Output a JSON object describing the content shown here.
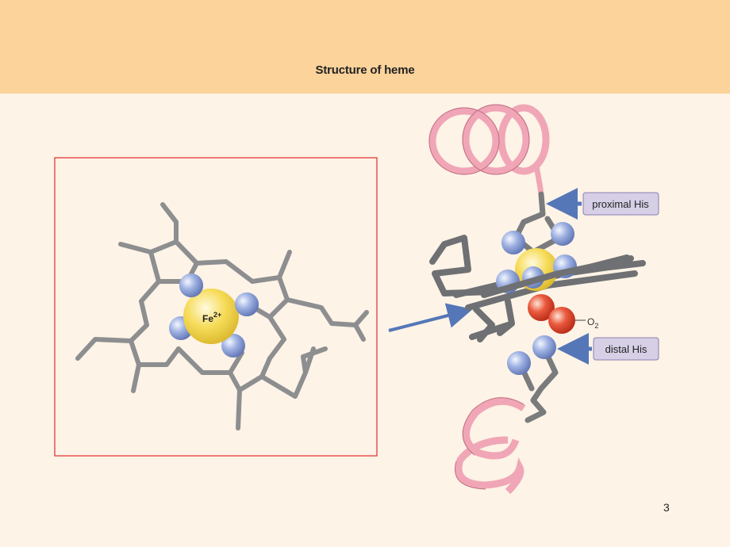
{
  "slide": {
    "title": "Structure of heme",
    "page_number": "3"
  },
  "heme_diagram": {
    "iron_label": "Fe",
    "iron_charge": "2+"
  },
  "protein_diagram": {
    "proximal_label": "proximal His",
    "distal_label": "distal His",
    "oxygen_label": "O",
    "oxygen_subscript": "2"
  },
  "colors": {
    "header": "#fbd39b",
    "background": "#fdf3e6",
    "bond": "#8d8e90",
    "nitrogen": "#8ea2d6",
    "iron": "#f3d64a",
    "oxygen": "#e0442e",
    "helix": "#f0a6b6",
    "arrow": "#5577b8",
    "label_box": "#d6cfe6",
    "frame": "#e32b2b"
  }
}
